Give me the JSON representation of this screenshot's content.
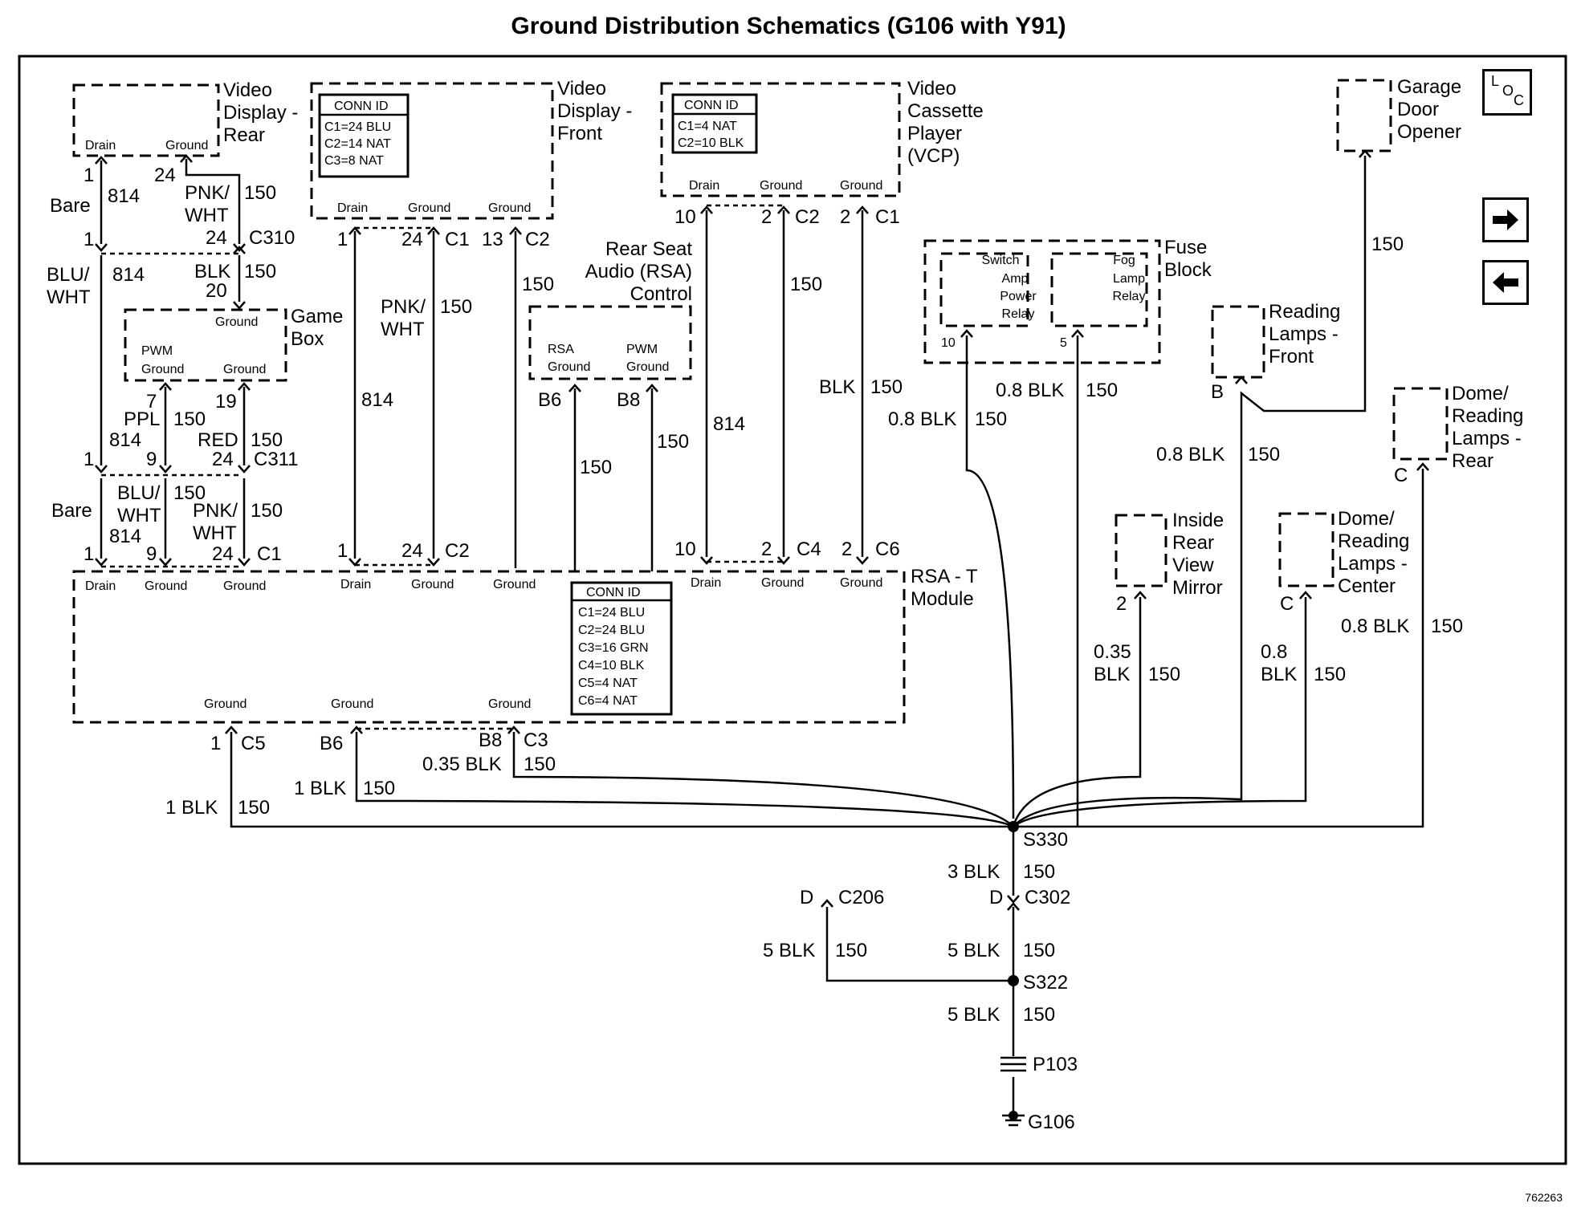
{
  "title": "Ground Distribution Schematics (G106 with Y91)",
  "doc_id": "762263",
  "loc_icon": {
    "l": "L",
    "o": "O",
    "c": "C"
  },
  "nav": {
    "next_icon": "arrow-right-icon",
    "prev_icon": "arrow-left-icon"
  },
  "components": {
    "video_display_rear": [
      "Video",
      "Display -",
      "Rear"
    ],
    "video_display_front": [
      "Video",
      "Display -",
      "Front"
    ],
    "vcp": [
      "Video",
      "Cassette",
      "Player",
      "(VCP)"
    ],
    "garage_door": [
      "Garage",
      "Door",
      "Opener"
    ],
    "fuse_block": [
      "Fuse",
      "Block"
    ],
    "game_box": [
      "Game",
      "Box"
    ],
    "rsa_control": [
      "Rear Seat",
      "Audio (RSA)",
      "Control"
    ],
    "reading_front": [
      "Reading",
      "Lamps -",
      "Front"
    ],
    "dome_rear": [
      "Dome/",
      "Reading",
      "Lamps -",
      "Rear"
    ],
    "inside_mirror": [
      "Inside",
      "Rear",
      "View",
      "Mirror"
    ],
    "dome_center": [
      "Dome/",
      "Reading",
      "Lamps -",
      "Center"
    ],
    "rsa_t_module": [
      "RSA - T",
      "Module"
    ]
  },
  "conn_ids": {
    "front": {
      "header": "CONN ID",
      "lines": [
        "C1=24 BLU",
        "C2=14 NAT",
        "C3=8 NAT"
      ]
    },
    "vcp": {
      "header": "CONN ID",
      "lines": [
        "C1=4 NAT",
        "C2=10 BLK"
      ]
    },
    "module": {
      "header": "CONN ID",
      "lines": [
        "C1=24 BLU",
        "C2=24 BLU",
        "C3=16 GRN",
        "C4=10 BLK",
        "C5=4 NAT",
        "C6=4 NAT"
      ]
    }
  },
  "terms": {
    "drain": "Drain",
    "ground": "Ground",
    "pwm_ground": [
      "PWM",
      "Ground"
    ],
    "rsa_ground": [
      "RSA",
      "Ground"
    ],
    "switch_relay": [
      "Switch",
      "Amp",
      "Power",
      "Relay"
    ],
    "fog_relay": [
      "Fog",
      "Lamp",
      "Relay"
    ]
  },
  "labels": {
    "bare": "Bare",
    "blu": "BLU/",
    "wht": "WHT",
    "pnk": "PNK/",
    "blk": "BLK",
    "ppl": "PPL",
    "red": "RED",
    "w814": "814",
    "w150": "150",
    "c310": "C310",
    "c311": "C311",
    "c1": "C1",
    "c2": "C2",
    "c3": "C3",
    "c4": "C4",
    "c5": "C5",
    "c6": "C6",
    "b6": "B6",
    "b8": "B8",
    "b": "B",
    "c": "C",
    "d": "D",
    "blk08": "0.8 BLK",
    "blk035": "0.35 BLK",
    "blk1": "1 BLK",
    "blk3": "3 BLK",
    "blk5": "5 BLK",
    "v035": "0.35",
    "v08": "0.8",
    "p1": "1",
    "p2": "2",
    "p5": "5",
    "p7": "7",
    "p9": "9",
    "p10": "10",
    "p13": "13",
    "p19": "19",
    "p20": "20",
    "p24": "24",
    "s330": "S330",
    "s322": "S322",
    "c302": "C302",
    "c206": "C206",
    "p103": "P103",
    "g106": "G106"
  }
}
